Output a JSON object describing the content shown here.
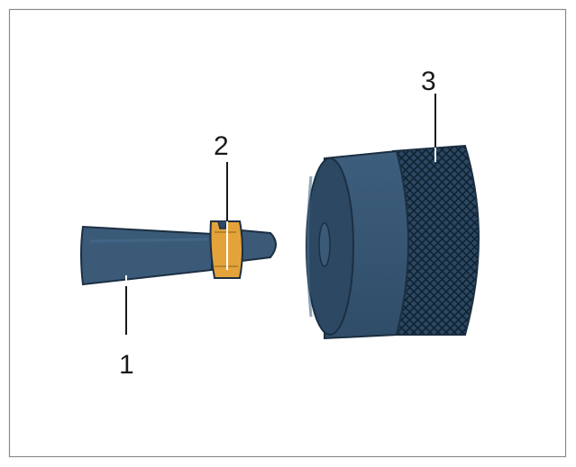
{
  "diagram": {
    "colors": {
      "part_fill": "#3a5a78",
      "part_fill_dark": "#2c4863",
      "part_fill_light": "#4a6c8c",
      "outline": "#1c2f42",
      "ring_fill": "#e3a33a",
      "ring_dark": "#b7822a",
      "leader": "#1a1a1a",
      "border": "#8a8a8a"
    },
    "parts": [
      {
        "number": "1",
        "icon": "tapered-pin-icon"
      },
      {
        "number": "2",
        "icon": "sleeve-ring-icon"
      },
      {
        "number": "3",
        "icon": "knurled-cap-icon"
      }
    ]
  }
}
